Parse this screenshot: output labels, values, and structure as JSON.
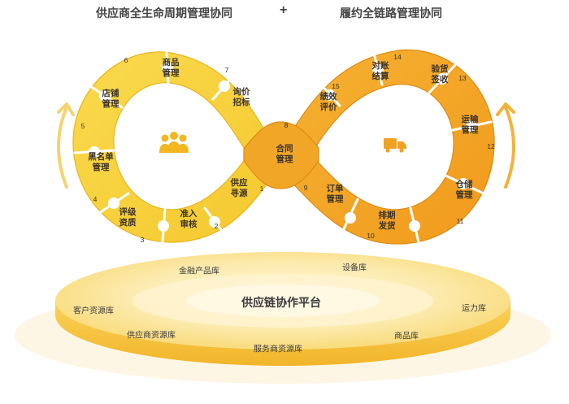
{
  "header": {
    "left_title": "供应商全生命周期管理协同",
    "plus": "+",
    "right_title": "履约全链路管理协同"
  },
  "colors": {
    "left_loop": "#F7D23C",
    "left_loop_edge": "#E8B51C",
    "right_loop": "#F3A424",
    "right_loop_edge": "#DF8A12",
    "platform_top": "#FCE9A8",
    "platform_side": "#F6C542",
    "arrow": "#F6D270"
  },
  "icons": {
    "left_center": "people-icon",
    "right_center": "truck-icon"
  },
  "segments": [
    {
      "num": "1",
      "label": "供应\n寻源"
    },
    {
      "num": "2",
      "label": "准入\n审核"
    },
    {
      "num": "3",
      "label": "评级\n资质"
    },
    {
      "num": "4",
      "label": "黑名单\n管理"
    },
    {
      "num": "5",
      "label": "店铺\n管理"
    },
    {
      "num": "6",
      "label": "商品\n管理"
    },
    {
      "num": "7",
      "label": "询价\n招标"
    },
    {
      "num": "8",
      "label": "合同\n管理"
    },
    {
      "num": "9",
      "label": "订单\n管理"
    },
    {
      "num": "10",
      "label": "排期\n发货"
    },
    {
      "num": "11",
      "label": "仓储\n管理"
    },
    {
      "num": "12",
      "label": "运输\n管理"
    },
    {
      "num": "13",
      "label": "验货\n签收"
    },
    {
      "num": "14",
      "label": "对账\n结算"
    },
    {
      "num": "15",
      "label": "绩效\n评价"
    }
  ],
  "platform": {
    "title": "供应链协作平台",
    "resources": [
      "金融产品库",
      "设备库",
      "客户资源库",
      "运力库",
      "供应商资源库",
      "商品库",
      "服务商资源库"
    ]
  }
}
